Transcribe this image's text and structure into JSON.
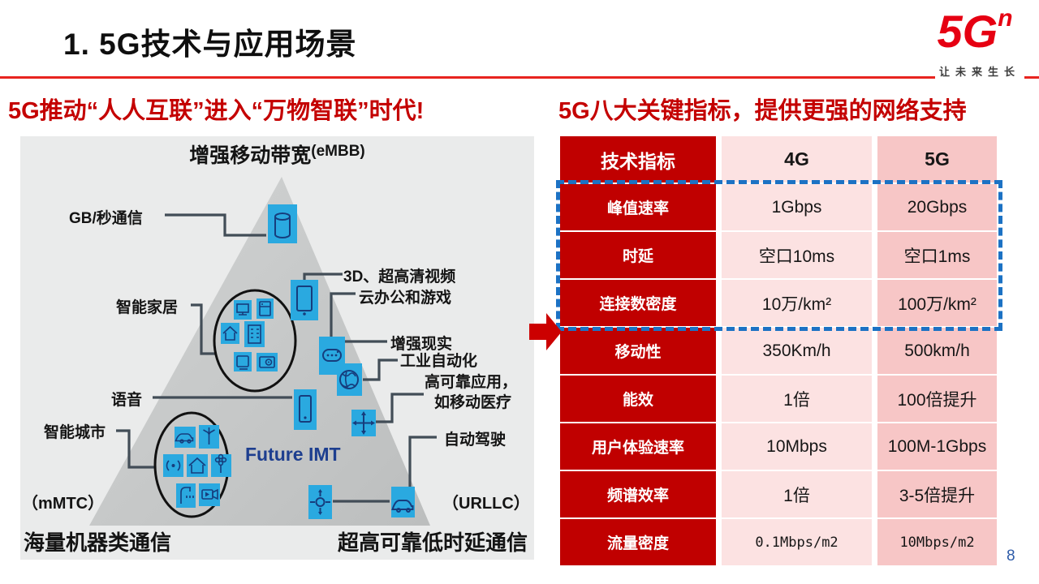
{
  "header": {
    "title": "1. 5G技术与应用场景",
    "logo": {
      "brand": "5G",
      "superscript": "n",
      "slogan": "让未来生长"
    }
  },
  "sections": {
    "left_title": "5G推动“人人互联”进入“万物智联”时代!",
    "right_title": "5G八大关键指标，提供更强的网络支持"
  },
  "diagram": {
    "top_corner": {
      "title": "增强移动带宽",
      "tag": "(eMBB)"
    },
    "center_label": "Future IMT",
    "bottom_left": {
      "tag": "（mMTC）",
      "title": "海量机器类通信"
    },
    "bottom_right": {
      "tag": "（URLLC）",
      "title": "超高可靠低时延通信"
    },
    "labels": {
      "gb_per_sec": "GB/秒通信",
      "uhd_video": "3D、超高清视频",
      "cloud_office": "云办公和游戏",
      "smart_home": "智能家居",
      "augmented_reality": "增强现实",
      "industrial_automation": "工业自动化",
      "high_reliability_line1": "高可靠应用，",
      "high_reliability_line2": "如移动医疗",
      "voice": "语音",
      "smart_city": "智能城市",
      "auto_driving": "自动驾驶"
    },
    "icons": [
      "storage",
      "tablet",
      "game-controller",
      "globe",
      "cross-arrows",
      "smartphone",
      "crosshair",
      "car",
      "monitor",
      "fridge",
      "house",
      "building",
      "tv",
      "camera",
      "wind-turbine",
      "radio-signal",
      "traffic-light",
      "shower",
      "camcorder"
    ]
  },
  "table": {
    "headers": [
      "技术指标",
      "4G",
      "5G"
    ],
    "rows": [
      {
        "label": "峰值速率",
        "g4": "1Gbps",
        "g5": "20Gbps"
      },
      {
        "label": "时延",
        "g4": "空口10ms",
        "g5": "空口1ms"
      },
      {
        "label": "连接数密度",
        "g4": "10万/km²",
        "g5": "100万/km²"
      },
      {
        "label": "移动性",
        "g4": "350Km/h",
        "g5": "500km/h"
      },
      {
        "label": "能效",
        "g4": "1倍",
        "g5": "100倍提升"
      },
      {
        "label": "用户体验速率",
        "g4": "10Mbps",
        "g5": "100M-1Gbps"
      },
      {
        "label": "频谱效率",
        "g4": "1倍",
        "g5": "3-5倍提升"
      },
      {
        "label": "流量密度",
        "g4": "0.1Mbps/m2",
        "g5": "10Mbps/m2"
      }
    ]
  },
  "page_number": "8",
  "colors": {
    "brand_red": "#e60012",
    "table_red": "#c00000",
    "pink_light": "#fce2e2",
    "pink_mid": "#f7c6c6",
    "dash_blue": "#1c72c4",
    "icon_cyan": "#2aa9e0",
    "icon_navy": "#163d7d",
    "panel_gray": "#eaebeb",
    "triangle_gray": "#c7c9c9"
  }
}
